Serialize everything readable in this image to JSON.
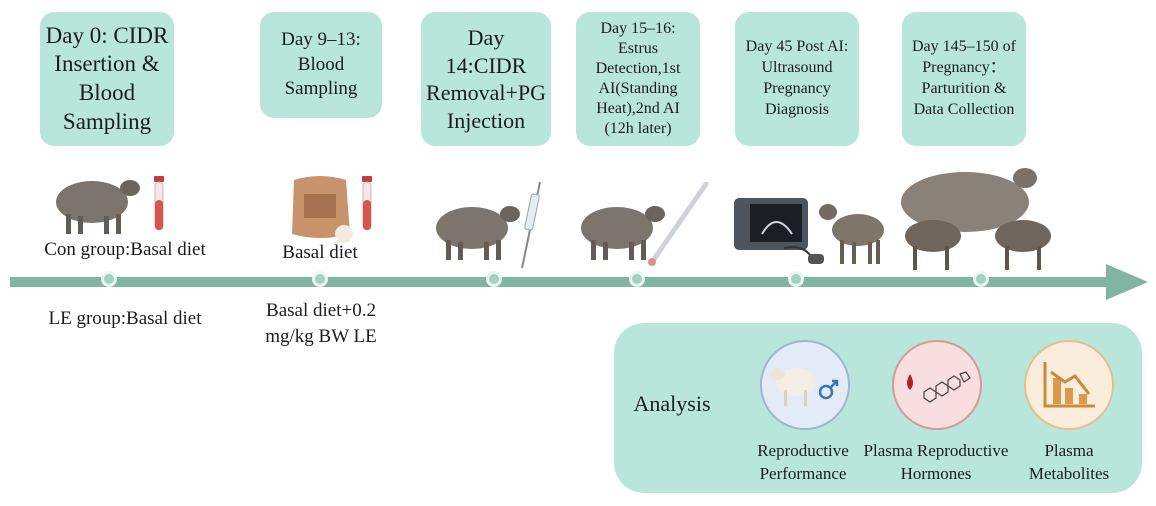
{
  "boxes": [
    {
      "id": "day0",
      "text": "Day 0: CIDR Insertion & Blood Sampling"
    },
    {
      "id": "day9",
      "text": "Day 9–13: Blood Sampling"
    },
    {
      "id": "day14",
      "text": "Day 14:CIDR Removal+PG Injection"
    },
    {
      "id": "day15",
      "text": "Day 15–16: Estrus Detection,1st AI(Standing Heat),2nd AI (12h later)"
    },
    {
      "id": "day45",
      "text": "Day 45 Post AI: Ultrasound Pregnancy Diagnosis"
    },
    {
      "id": "day145",
      "text": "Day 145–150 of Pregnancy： Parturition & Data Collection"
    }
  ],
  "groups": {
    "con_label": "Con group:Basal diet",
    "le_label": "LE group:Basal diet",
    "basal_diet": "Basal diet",
    "le_diet": "Basal diet+0.2 mg/kg BW LE"
  },
  "analysis": {
    "title": "Analysis",
    "items": [
      {
        "label": "Reproductive Performance",
        "icon": "sheep-male-icon"
      },
      {
        "label": "Plasma Reproductive Hormones",
        "icon": "hormone-molecule-icon"
      },
      {
        "label": "Plasma Metabolites",
        "icon": "metabolite-chart-icon"
      }
    ]
  },
  "colors": {
    "box": "#b9e6da",
    "arrow": "#7fb5a2",
    "node": "#9fd4c3"
  }
}
